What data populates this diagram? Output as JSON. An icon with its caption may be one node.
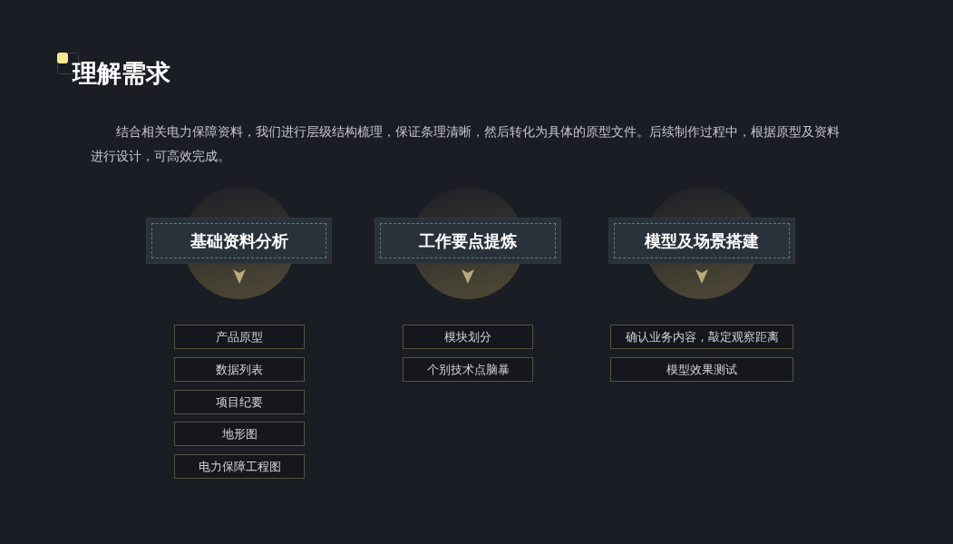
{
  "diagram": {
    "title": "理解需求",
    "nodes": [
      {
        "text": [
          "基础资料分析"
        ]
      },
      {
        "text": [
          "工作要点提炼"
        ]
      },
      {
        "text": [
          "模型及场景搭建"
        ]
      },
      {
        "text": [
          "产品原型"
        ]
      },
      {
        "text": [
          "数据列表"
        ]
      },
      {
        "text": [
          "项目纪要"
        ]
      },
      {
        "text": [
          "地形图"
        ]
      },
      {
        "text": [
          "电力保障工程图"
        ]
      },
      {
        "text": [
          "模块划分"
        ]
      },
      {
        "text": [
          "个别技术点脑暴"
        ]
      },
      {
        "text": [
          "确认业务内容，敲定观察距离"
        ]
      },
      {
        "text": [
          "模型效果测试"
        ]
      }
    ],
    "labels": [
      "结合相关电力保障资料，我们进行层级结构梳理，保证条理清晰，然后转化为具体的原型文件。后续制作过程中，根据原型及资料进行设计，可高效完成。"
    ]
  }
}
